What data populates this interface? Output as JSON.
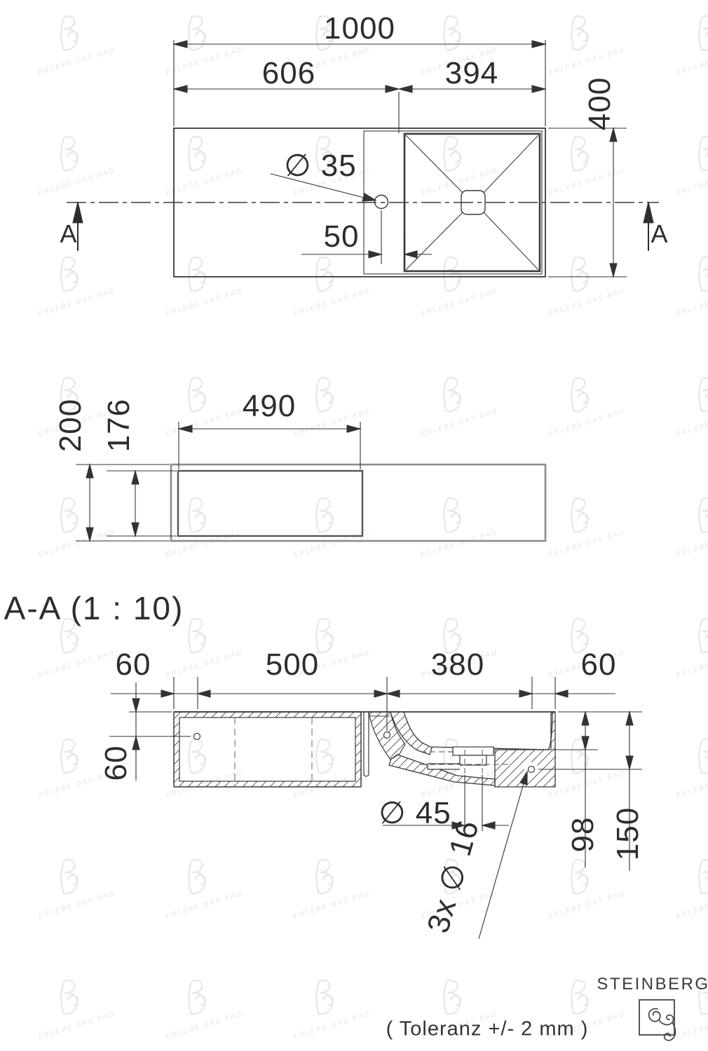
{
  "drawing": {
    "watermark": {
      "text": "ERLEBE DAS BAD"
    },
    "top_view": {
      "width": "1000",
      "left_segment": "606",
      "right_segment": "394",
      "depth": "400",
      "hole_diameter": "∅ 35",
      "hole_offset": "50",
      "section_marker": "A"
    },
    "front_view": {
      "overall_height": "200",
      "recess_height": "176",
      "recess_width": "490"
    },
    "section_view": {
      "label": "A-A (1 : 10)",
      "left_offset": "60",
      "shelf_span": "500",
      "basin_span": "380",
      "right_offset": "60",
      "hole_depth": "60",
      "drain_diameter": "∅ 45",
      "basin_depth": "98",
      "mount_hole_depth": "150",
      "mount_holes": "3x ∅ 16"
    },
    "footer": {
      "tolerance": "( Toleranz +/- 2 mm )",
      "brand": "STEINBERG"
    }
  }
}
